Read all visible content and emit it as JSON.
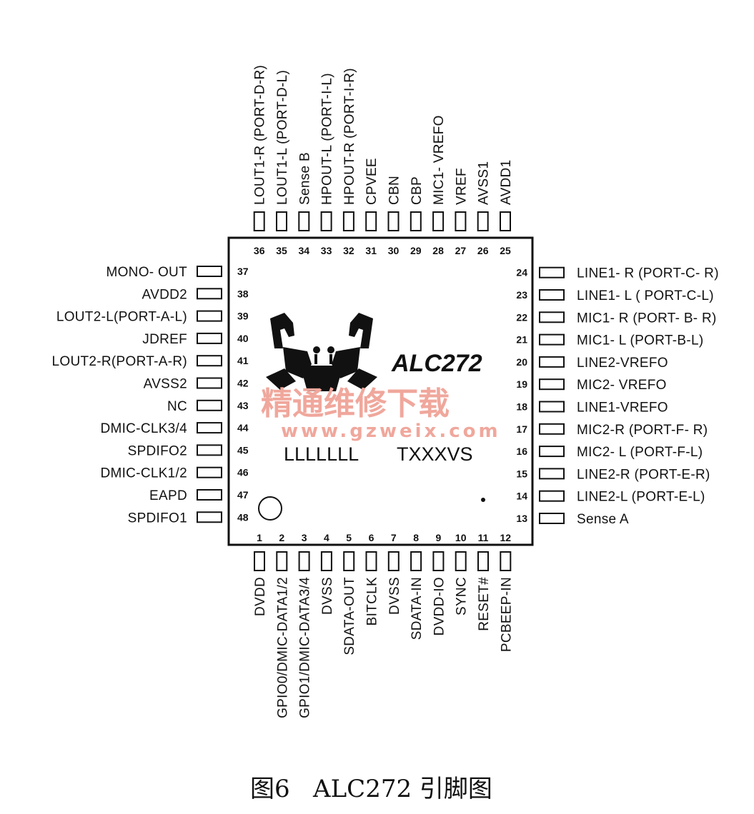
{
  "chip": {
    "name": "ALC272",
    "marking_line1": "LLLLLLL",
    "marking_line2": "TXXXVS",
    "watermark_cn": "精通维修下载",
    "watermark_url": "www.gzweix.com"
  },
  "caption": "图6   ALC272 引脚图",
  "pins_bottom": [
    {
      "num": "1",
      "label": "DVDD"
    },
    {
      "num": "2",
      "label": "GPIO0/DMIC-DATA1/2"
    },
    {
      "num": "3",
      "label": "GPIO1/DMIC-DATA3/4"
    },
    {
      "num": "4",
      "label": "DVSS"
    },
    {
      "num": "5",
      "label": "SDATA-OUT"
    },
    {
      "num": "6",
      "label": "BITCLK"
    },
    {
      "num": "7",
      "label": "DVSS"
    },
    {
      "num": "8",
      "label": "SDATA-IN"
    },
    {
      "num": "9",
      "label": "DVDD-IO"
    },
    {
      "num": "10",
      "label": "SYNC"
    },
    {
      "num": "11",
      "label": "RESET#"
    },
    {
      "num": "12",
      "label": "PCBEEP-IN"
    }
  ],
  "pins_right": [
    {
      "num": "13",
      "label": "Sense A"
    },
    {
      "num": "14",
      "label": "LINE2-L (PORT-E-L)"
    },
    {
      "num": "15",
      "label": "LINE2-R (PORT-E-R)"
    },
    {
      "num": "16",
      "label": "MIC2- L (PORT-F-L)"
    },
    {
      "num": "17",
      "label": "MIC2-R (PORT-F- R)"
    },
    {
      "num": "18",
      "label": "LINE1-VREFO"
    },
    {
      "num": "19",
      "label": "MIC2- VREFO"
    },
    {
      "num": "20",
      "label": "LINE2-VREFO"
    },
    {
      "num": "21",
      "label": "MIC1- L (PORT-B-L)"
    },
    {
      "num": "22",
      "label": "MIC1- R (PORT- B- R)"
    },
    {
      "num": "23",
      "label": "LINE1- L ( PORT-C-L)"
    },
    {
      "num": "24",
      "label": "LINE1- R (PORT-C- R)"
    }
  ],
  "pins_top": [
    {
      "num": "25",
      "label": "AVDD1"
    },
    {
      "num": "26",
      "label": "AVSS1"
    },
    {
      "num": "27",
      "label": "VREF"
    },
    {
      "num": "28",
      "label": "MIC1- VREFO"
    },
    {
      "num": "29",
      "label": "CBP"
    },
    {
      "num": "30",
      "label": "CBN"
    },
    {
      "num": "31",
      "label": "CPVEE"
    },
    {
      "num": "32",
      "label": "HPOUT-R (PORT-I-R)"
    },
    {
      "num": "33",
      "label": "HPOUT-L (PORT-I-L)"
    },
    {
      "num": "34",
      "label": "Sense B"
    },
    {
      "num": "35",
      "label": "LOUT1-L (PORT-D-L)"
    },
    {
      "num": "36",
      "label": "LOUT1-R (PORT-D-R)"
    }
  ],
  "pins_left": [
    {
      "num": "37",
      "label": "MONO- OUT"
    },
    {
      "num": "38",
      "label": "AVDD2"
    },
    {
      "num": "39",
      "label": "LOUT2-L(PORT-A-L)"
    },
    {
      "num": "40",
      "label": "JDREF"
    },
    {
      "num": "41",
      "label": "LOUT2-R(PORT-A-R)"
    },
    {
      "num": "42",
      "label": "AVSS2"
    },
    {
      "num": "43",
      "label": "NC"
    },
    {
      "num": "44",
      "label": "DMIC-CLK3/4"
    },
    {
      "num": "45",
      "label": "SPDIFO2"
    },
    {
      "num": "46",
      "label": "DMIC-CLK1/2"
    },
    {
      "num": "47",
      "label": "EAPD"
    },
    {
      "num": "48",
      "label": "SPDIFO1"
    }
  ]
}
